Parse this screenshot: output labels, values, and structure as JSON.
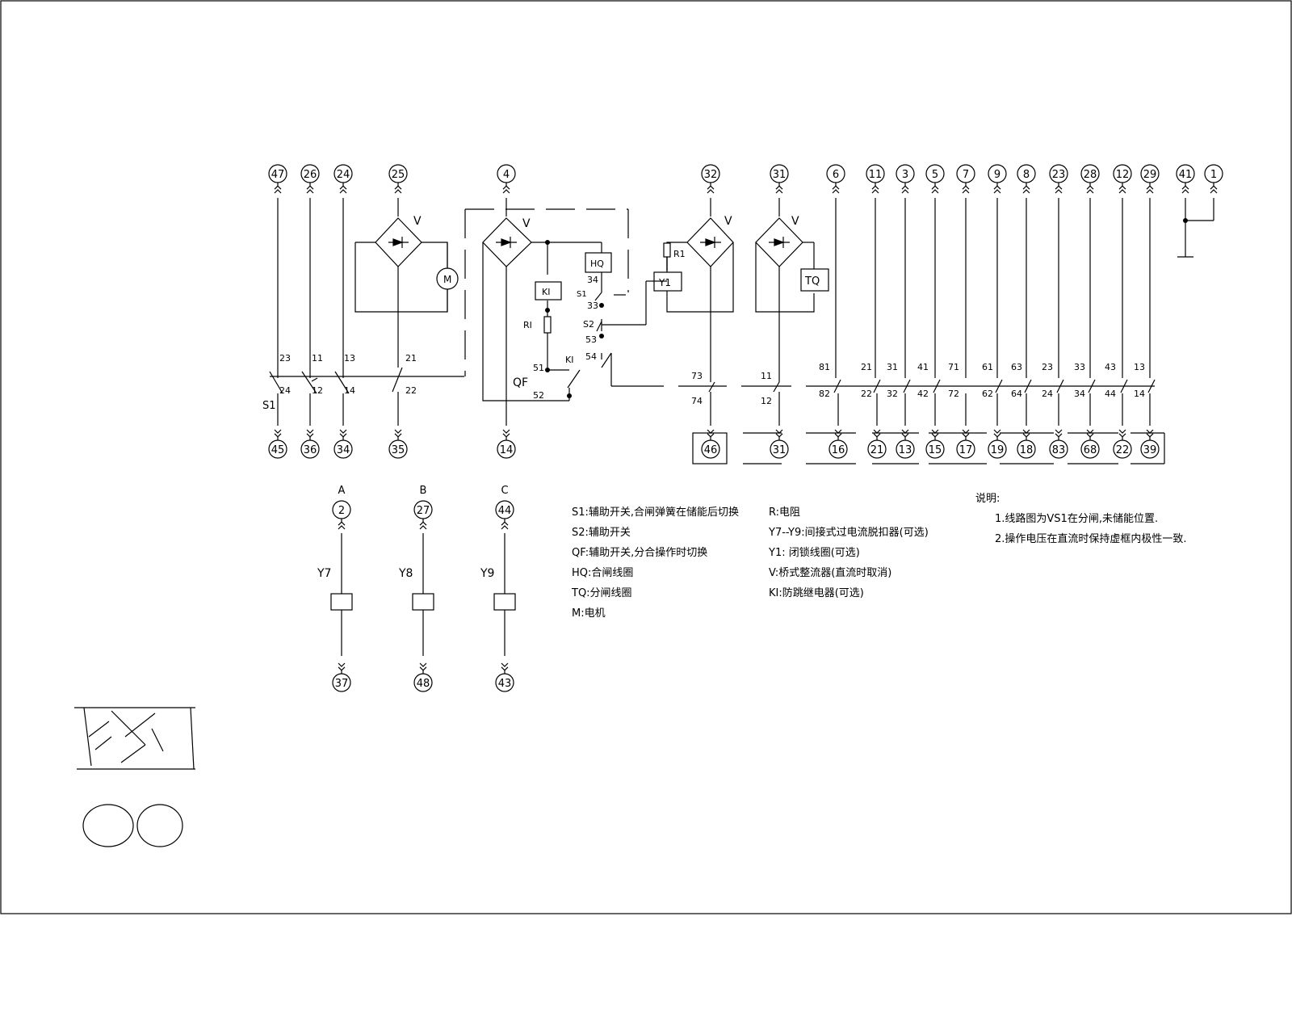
{
  "legend_col1": [
    "S1:辅助开关,合闸弹簧在储能后切换",
    "S2:辅助开关",
    "QF:辅助开关,分合操作时切换",
    "HQ:合闸线圈",
    "TQ:分闸线圈",
    "M:电机"
  ],
  "legend_col2": [
    "R:电阻",
    "Y7--Y9:间接式过电流脱扣器(可选)",
    "Y1: 闭锁线圈(可选)",
    "V:桥式整流器(直流时取消)",
    "KI:防跳继电器(可选)"
  ],
  "notes": {
    "title": "说明:",
    "items": [
      "1.线路图为VS1在分闸,未储能位置.",
      "2.操作电压在直流时保持虚框内极性一致."
    ]
  },
  "top_terminals": [
    "47",
    "26",
    "24",
    "25",
    "4",
    "32",
    "31",
    "6",
    "11",
    "3",
    "5",
    "7",
    "9",
    "8",
    "23",
    "28",
    "12",
    "29",
    "41",
    "1"
  ],
  "bottom_terminals": [
    "45",
    "36",
    "34",
    "35",
    "14",
    "46",
    "31",
    "16",
    "21",
    "13",
    "15",
    "17",
    "19",
    "18",
    "83",
    "68",
    "22",
    "39"
  ],
  "contacts_upper": [
    "23",
    "11",
    "13",
    "21",
    "73",
    "11",
    "81",
    "21",
    "31",
    "41",
    "71",
    "61",
    "63",
    "23",
    "33",
    "43",
    "13"
  ],
  "contacts_lower": [
    "24",
    "12",
    "14",
    "22",
    "74",
    "12",
    "82",
    "22",
    "32",
    "42",
    "72",
    "62",
    "64",
    "24",
    "34",
    "44",
    "14"
  ],
  "device_labels": {
    "rectifier": "V",
    "motor": "M",
    "closing_coil": "HQ",
    "trip_coil": "TQ",
    "lock_coil": "Y1",
    "relay": "KI",
    "resistor_ki": "RI",
    "resistor_r1": "R1",
    "s1": "S1",
    "qf": "QF",
    "s1_small": "S1",
    "s2": "S2",
    "ki_contact": "KI"
  },
  "qf_contacts": [
    "51",
    "52",
    "53",
    "54",
    "33",
    "34"
  ],
  "trip_devices": [
    {
      "phase": "A",
      "name": "Y7",
      "top": "2",
      "bottom": "37"
    },
    {
      "phase": "B",
      "name": "Y8",
      "top": "27",
      "bottom": "48"
    },
    {
      "phase": "C",
      "name": "Y9",
      "top": "44",
      "bottom": "43"
    }
  ]
}
